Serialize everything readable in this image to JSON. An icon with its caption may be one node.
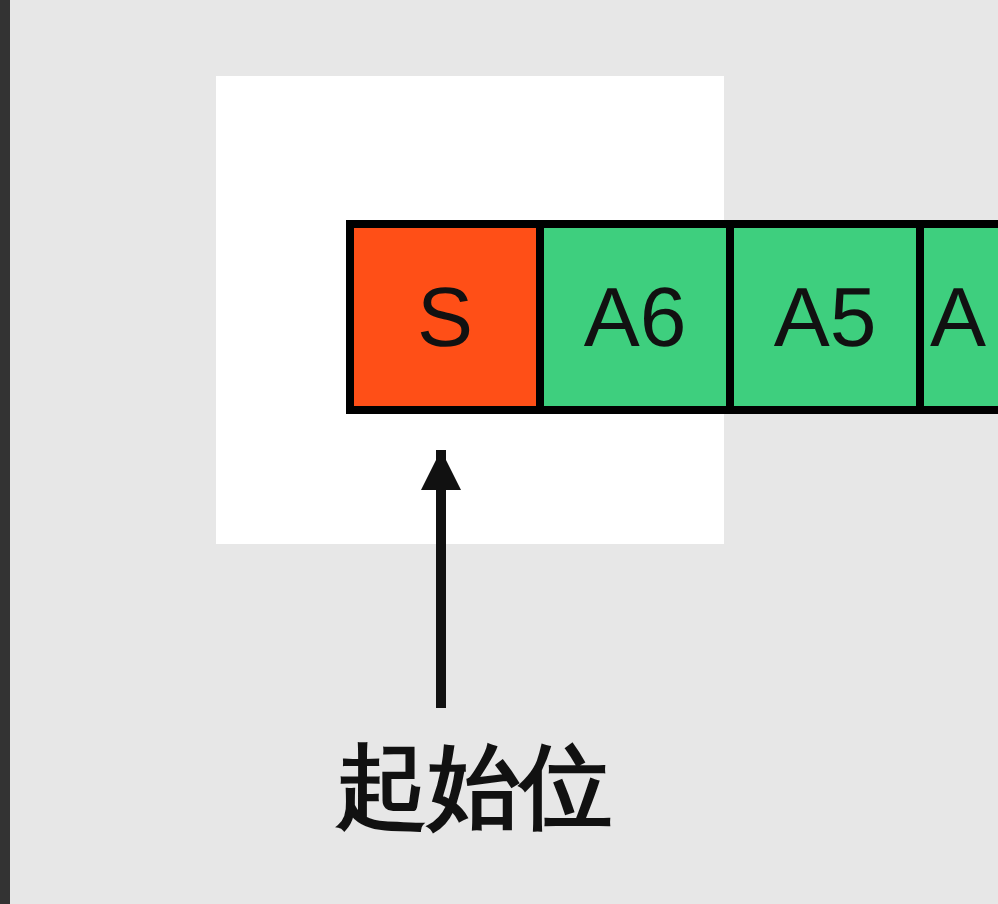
{
  "diagram": {
    "nodes": [
      {
        "text": [
          "S"
        ]
      },
      {
        "text": [
          "A6"
        ]
      },
      {
        "text": [
          "A5"
        ]
      },
      {
        "text": [
          "A"
        ]
      },
      {
        "text": [
          "起始位"
        ]
      }
    ],
    "edges": [
      {
        "from": 4,
        "to": 0,
        "arrow": "to"
      }
    ]
  }
}
